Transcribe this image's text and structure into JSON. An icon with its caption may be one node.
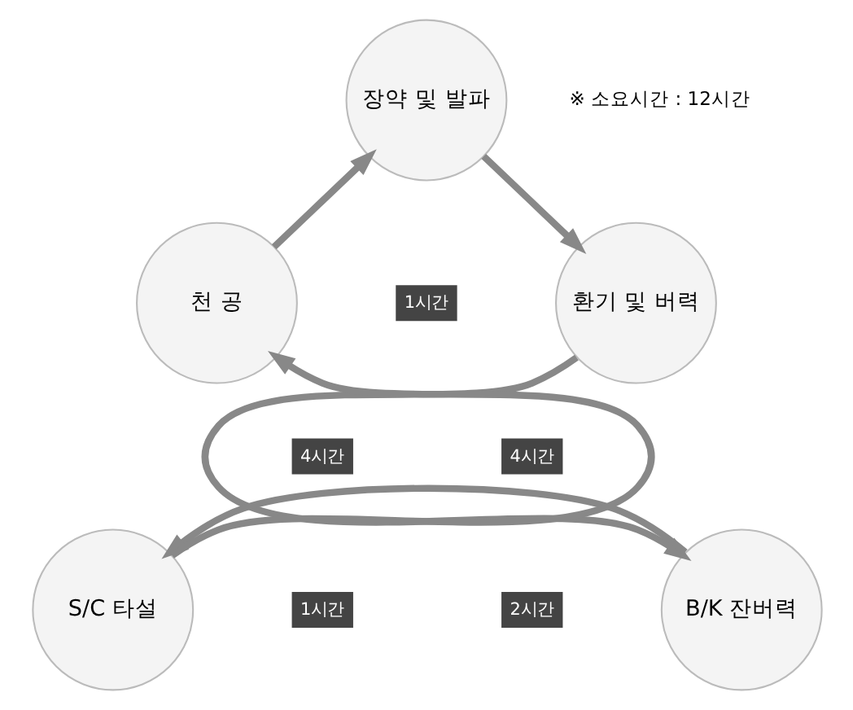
{
  "diagram": {
    "nodes": [
      {
        "text": [
          "장약 및 발파"
        ]
      },
      {
        "text": [
          "환기 및 버력"
        ]
      },
      {
        "text": [
          "B/K 잔버력"
        ]
      },
      {
        "text": [
          "S/C 타설"
        ]
      },
      {
        "text": [
          "천 공"
        ]
      }
    ],
    "edges": [
      {
        "from": 0,
        "to": 1,
        "arrow": "to"
      },
      {
        "from": 1,
        "to": 2,
        "arrow": "to"
      },
      {
        "from": 2,
        "to": 3,
        "arrow": "to"
      },
      {
        "from": 3,
        "to": 4,
        "arrow": "to"
      },
      {
        "from": 4,
        "to": 0,
        "arrow": "to"
      }
    ],
    "labels": [
      "※ 소요시간 : 12시간",
      "1시간",
      "4시간",
      "4시간",
      "1시간",
      "2시간"
    ]
  }
}
